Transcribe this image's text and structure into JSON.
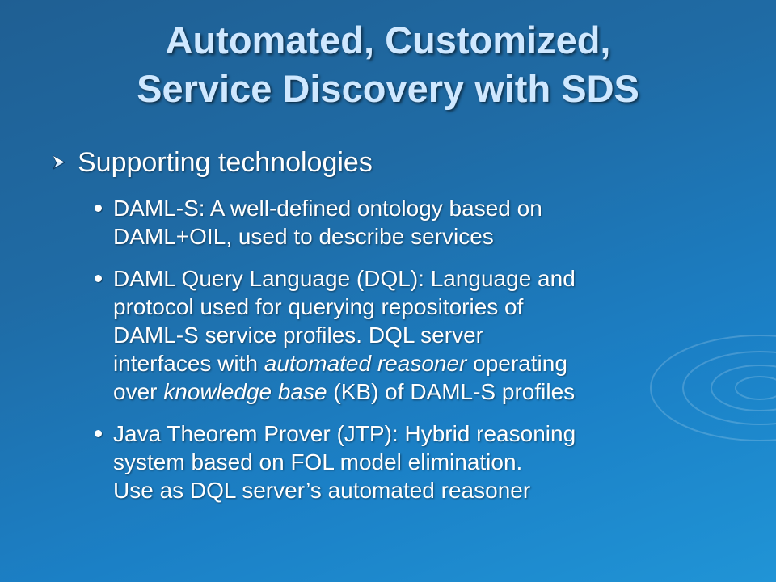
{
  "slide": {
    "title_line1": "Automated, Customized,",
    "title_line2": "Service Discovery with SDS",
    "level1": "Supporting technologies",
    "items": [
      {
        "lines": [
          [
            "DAML-S: A well-defined ontology based on"
          ],
          [
            "DAML+OIL, used to describe services"
          ]
        ]
      },
      {
        "lines": [
          [
            "DAML Query Language (DQL): Language and"
          ],
          [
            "protocol used for querying repositories of"
          ],
          [
            "DAML-S service profiles. DQL server"
          ],
          [
            "interfaces with ",
            "automated reasoner",
            " operating"
          ],
          [
            "over ",
            "knowledge base",
            " (KB) of DAML-S profiles"
          ]
        ]
      },
      {
        "lines": [
          [
            "Java Theorem Prover (JTP): Hybrid reasoning"
          ],
          [
            "system based on FOL model elimination."
          ],
          [
            "Use as DQL server’s automated reasoner"
          ]
        ]
      }
    ]
  },
  "colors": {
    "background_dark": "#1f5f93",
    "background_light": "#2094d6",
    "title": "#cfe8ff",
    "text": "#ffffff"
  }
}
